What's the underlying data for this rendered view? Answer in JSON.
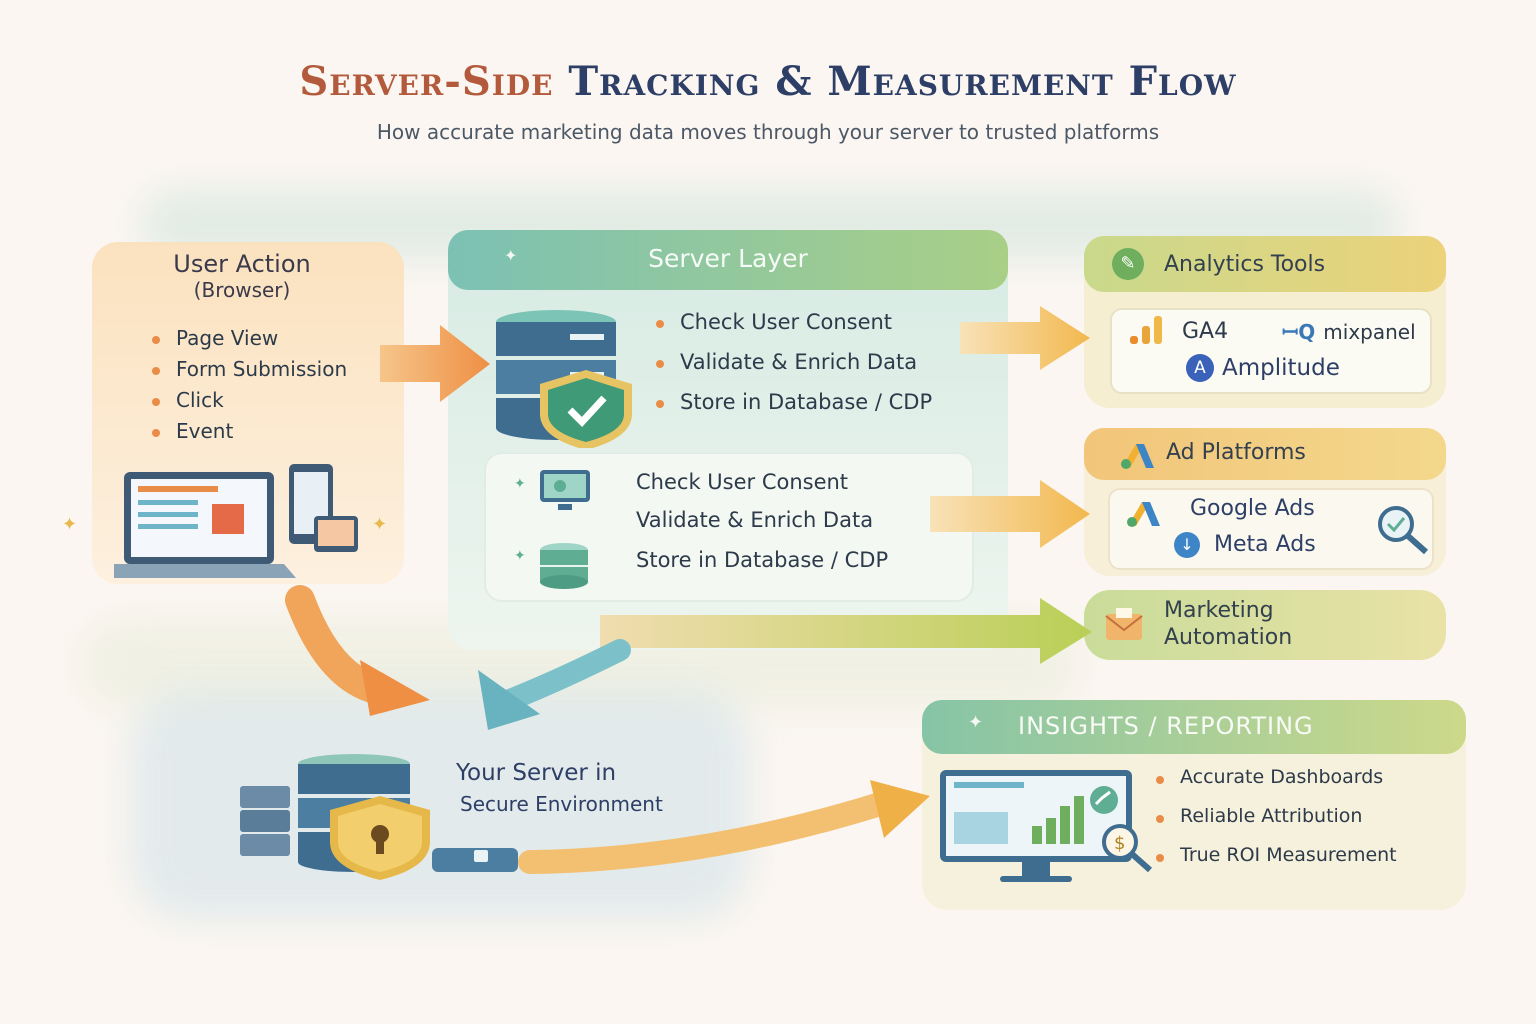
{
  "title": {
    "part1": "Server-Side",
    "part2": "Tracking & Measurement Flow"
  },
  "subtitle": "How accurate marketing data moves through your server to trusted platforms",
  "user_action": {
    "title": "User Action",
    "subtitle": "(Browser)",
    "items": [
      "Page View",
      "Form Submission",
      "Click",
      "Event"
    ]
  },
  "server_layer": {
    "title": "Server Layer",
    "top_items": [
      "Check User Consent",
      "Validate & Enrich Data",
      "Store in Database / CDP"
    ],
    "bottom_items": [
      "Check User Consent",
      "Validate & Enrich Data",
      "Store in Database / CDP"
    ]
  },
  "analytics": {
    "title": "Analytics Tools",
    "logos": [
      "GA4",
      "mixpanel",
      "Amplitude"
    ]
  },
  "ad_platforms": {
    "title": "Ad Platforms",
    "logos": [
      "Google Ads",
      "Meta Ads"
    ]
  },
  "marketing": {
    "title_line1": "Marketing",
    "title_line2": "Automation"
  },
  "your_server": {
    "line1": "Your Server in",
    "line2": "Secure Environment"
  },
  "insights": {
    "title": "INSIGHTS / REPORTING",
    "items": [
      "Accurate Dashboards",
      "Reliable Attribution",
      "True ROI Measurement"
    ]
  },
  "colors": {
    "orange": "#f0a45a",
    "teal": "#5fb3a8",
    "green": "#8fbf6a",
    "navy": "#2d3f66",
    "rust": "#b45a3c"
  }
}
